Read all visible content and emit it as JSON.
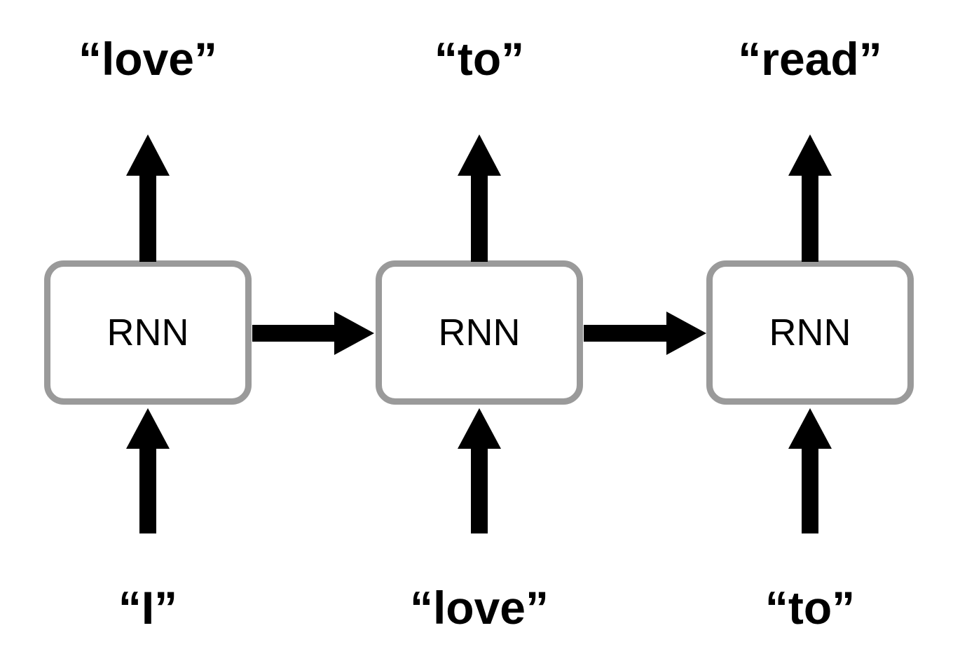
{
  "diagram": {
    "type": "rnn-unrolled-sequence",
    "columns": [
      {
        "output": "“love”",
        "node": "RNN",
        "input": "“I”"
      },
      {
        "output": "“to”",
        "node": "RNN",
        "input": "“love”"
      },
      {
        "output": "“read”",
        "node": "RNN",
        "input": "“to”"
      }
    ],
    "edges": [
      {
        "from": "RNN-1",
        "to": "RNN-2",
        "kind": "hidden-state"
      },
      {
        "from": "RNN-2",
        "to": "RNN-3",
        "kind": "hidden-state"
      }
    ],
    "colors": {
      "background": "#ffffff",
      "box_border": "#9a9a9a",
      "box_fill": "#ffffff",
      "arrow": "#000000",
      "text": "#000000"
    }
  }
}
